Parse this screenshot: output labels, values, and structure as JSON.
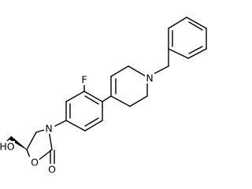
{
  "molecule": {
    "atom_labels": {
      "fluorine": "F",
      "ring_nitrogen_oxazolidinone": "N",
      "ring_nitrogen_tetrahydropyridine": "N",
      "ring_oxygen": "O",
      "carbonyl_oxygen": "O",
      "hydroxyl": "HO"
    }
  }
}
